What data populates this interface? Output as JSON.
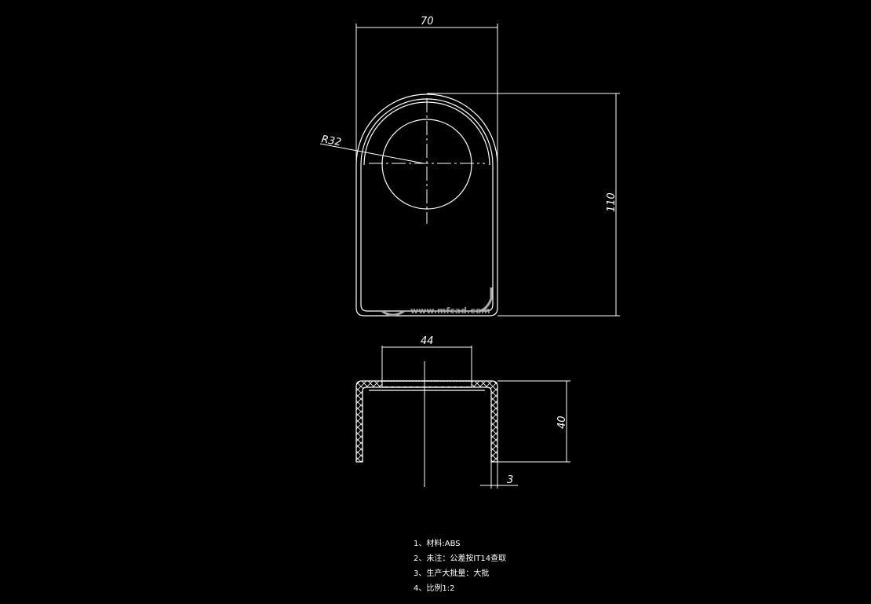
{
  "drawing": {
    "top_view": {
      "dim_width": "70",
      "dim_height": "110",
      "dim_radius": "R32"
    },
    "section_view": {
      "dim_opening": "44",
      "dim_height": "40",
      "dim_thickness": "3"
    },
    "watermark": "www.mfcad.com",
    "notes": [
      "1、材料:ABS",
      "2、未注：公差按IT14查取",
      "3、生产大批量：大批",
      "4、比例1:2"
    ],
    "colors": {
      "background": "#000000",
      "lines": "#ffffff"
    }
  }
}
